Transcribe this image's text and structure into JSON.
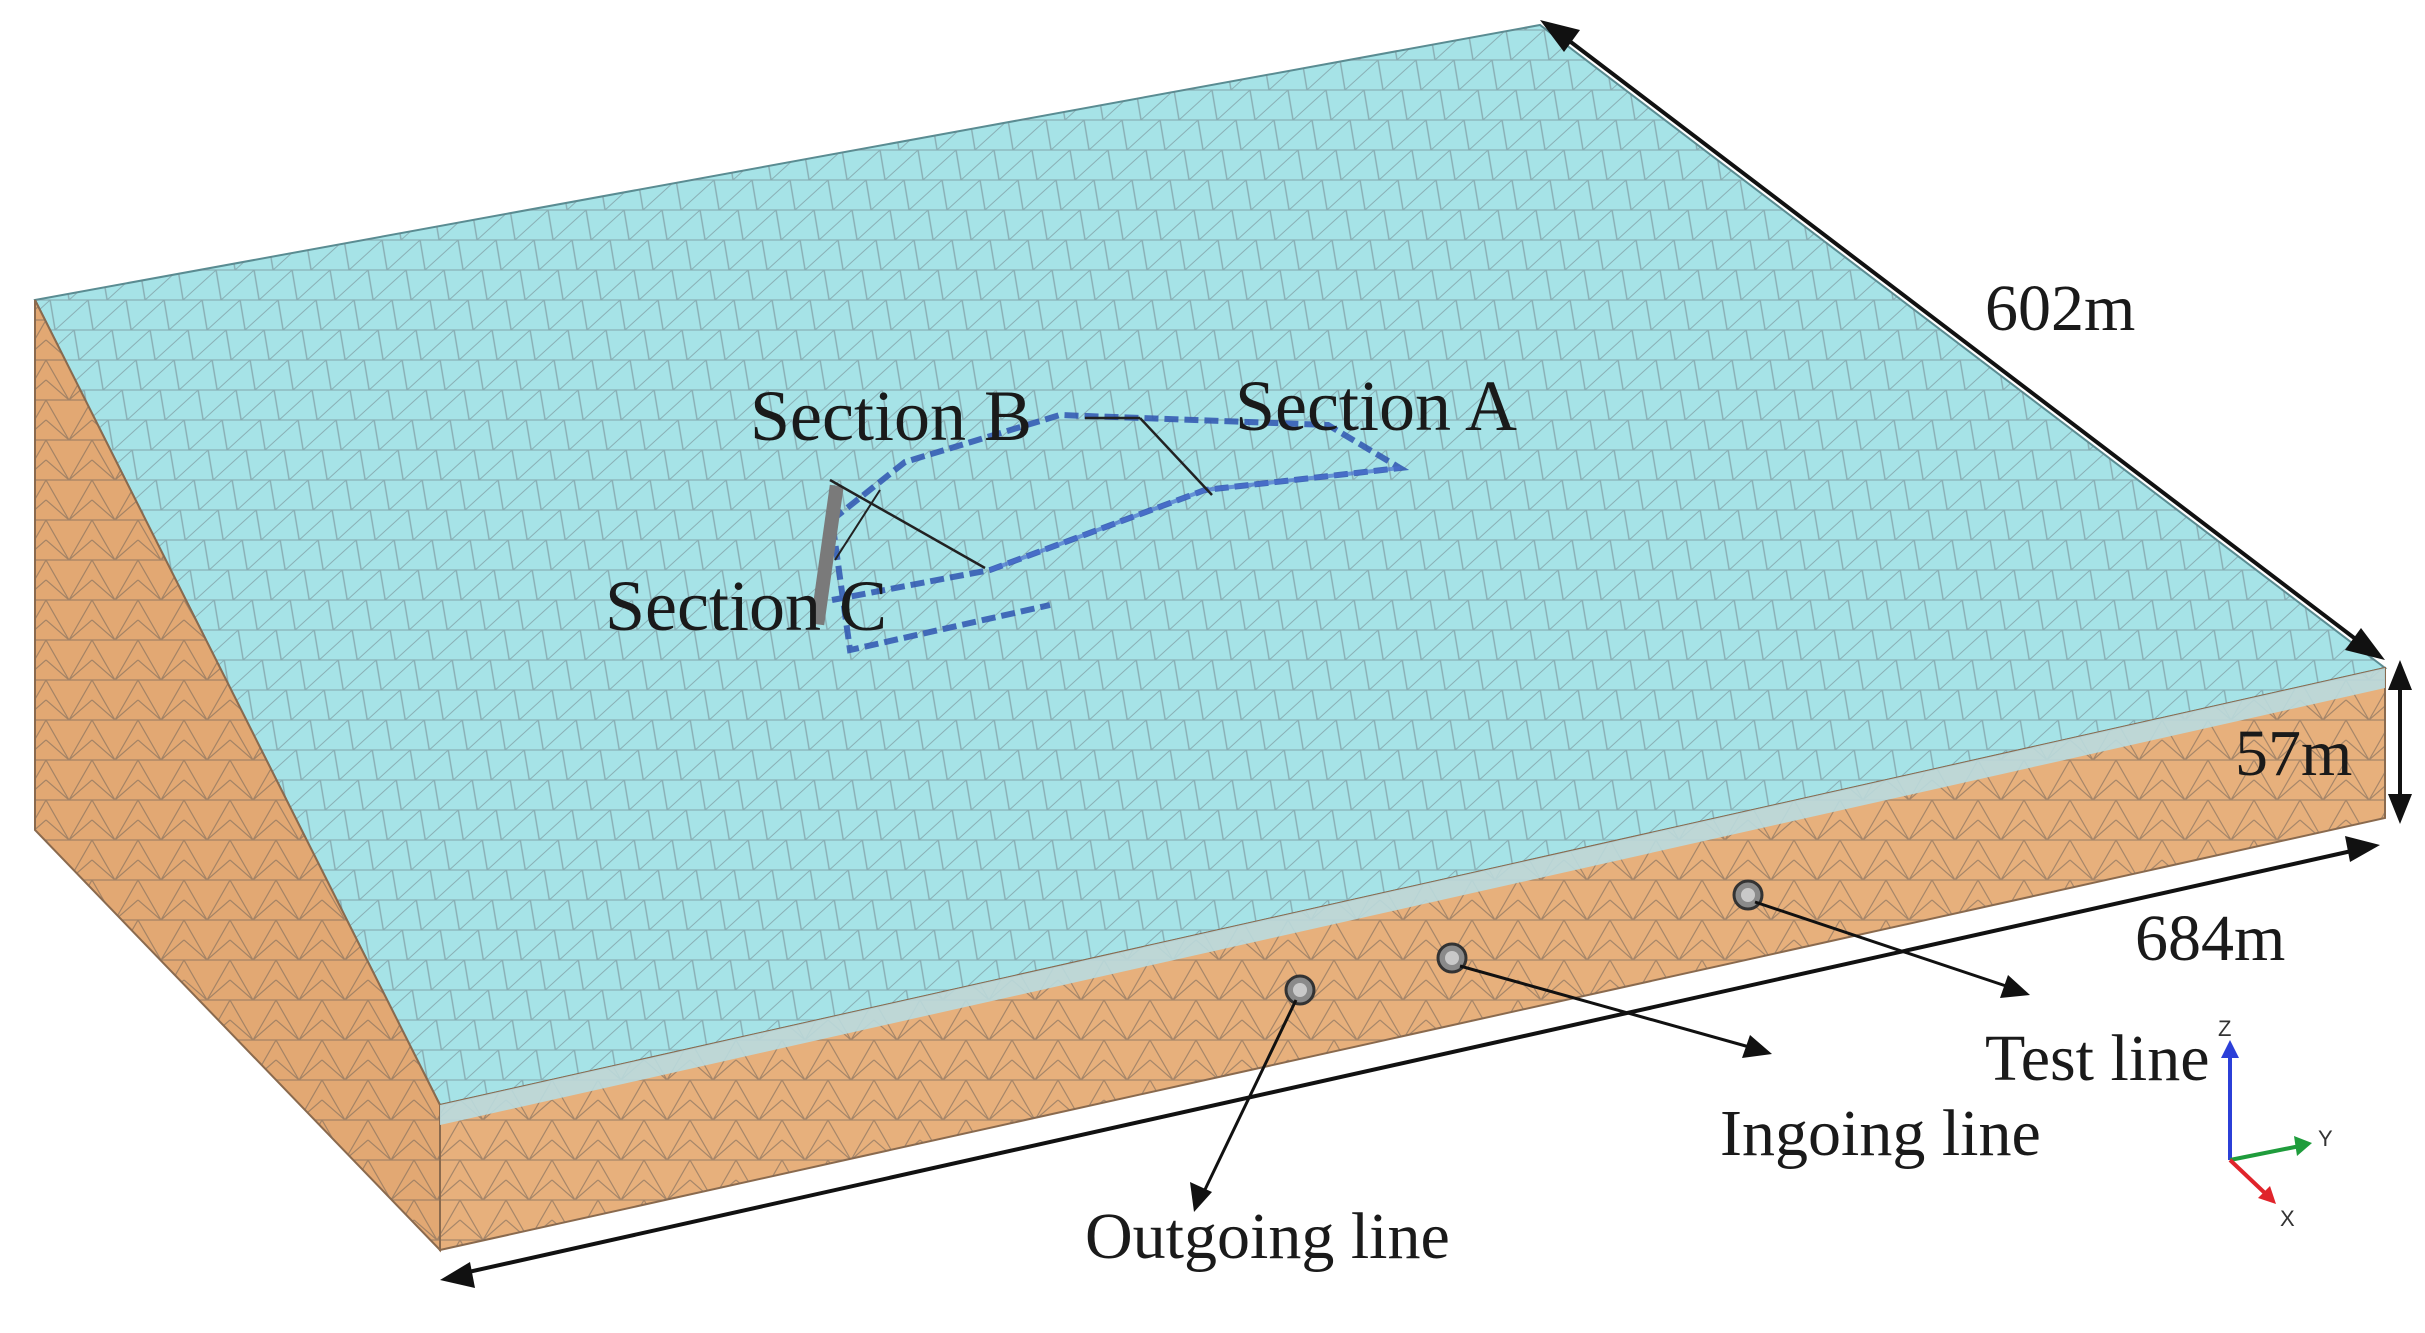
{
  "dimensions": {
    "width_label": "602m",
    "height_label": "57m",
    "length_label": "684m"
  },
  "sections": {
    "a": "Section A",
    "b": "Section B",
    "c": "Section C"
  },
  "tunnels": {
    "test": "Test line",
    "ingoing": "Ingoing line",
    "outgoing": "Outgoing line"
  },
  "axes": {
    "x": "X",
    "y": "Y",
    "z": "Z"
  },
  "colors": {
    "top_surface": "#a6e3e7",
    "soil": "#e7b07c",
    "mesh": "#6f7f86",
    "excavation": "#2f55b0",
    "x_axis": "#e0242b",
    "y_axis": "#1f9c3c",
    "z_axis": "#2b3fd8"
  }
}
